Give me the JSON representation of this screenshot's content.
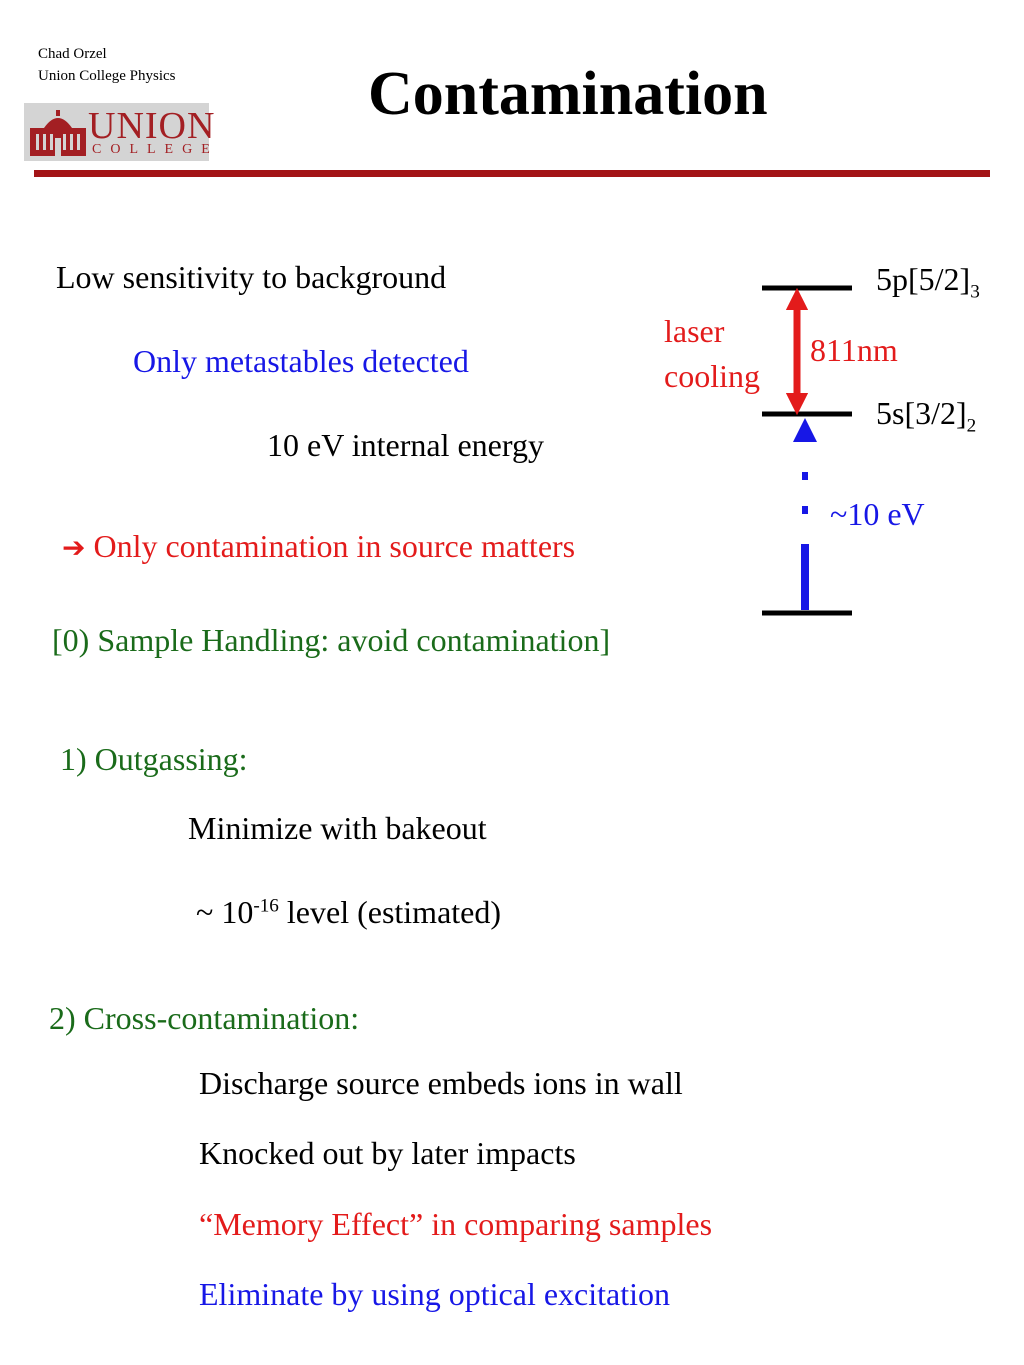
{
  "header": {
    "author": "Chad Orzel",
    "affiliation": "Union College Physics",
    "title": "Contamination",
    "logo_word": "UNION",
    "logo_sub": "COLLEGE"
  },
  "diagram": {
    "upper_level": "5p[5/2]",
    "upper_sub": "3",
    "lower_level": "5s[3/2]",
    "lower_sub": "2",
    "transition": "811nm",
    "laser_label_1": "laser",
    "laser_label_2": "cooling",
    "energy": "~10 eV",
    "colors": {
      "laser": "#e31b1b",
      "excitation": "#1717e6",
      "levels": "#000000"
    }
  },
  "body": {
    "line1": "Low sensitivity to background",
    "line2": "Only metastables detected",
    "line3": "10 eV internal energy",
    "arrow_glyph": "➔",
    "line4": "Only contamination in source matters",
    "line5": "[0) Sample Handling: avoid contamination]",
    "outgassing_heading": "1) Outgassing:",
    "outgassing_item1": "Minimize with bakeout",
    "outgassing_item2_pre": "~ 10",
    "outgassing_item2_exp": "-16",
    "outgassing_item2_post": " level (estimated)",
    "cross_heading": "2) Cross-contamination:",
    "cross_item1": "Discharge source embeds ions in wall",
    "cross_item2": "Knocked out by later impacts",
    "cross_item3": "“Memory Effect” in comparing samples",
    "cross_item4": "Eliminate by using optical excitation"
  }
}
